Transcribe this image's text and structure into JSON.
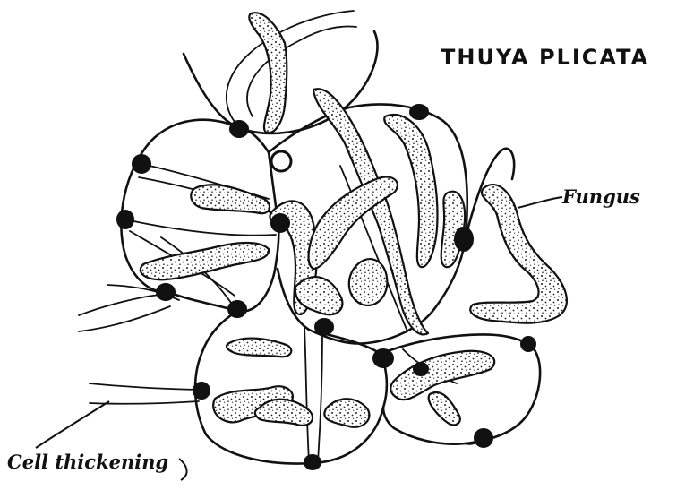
{
  "figure": {
    "title": "THUYA PLICATA",
    "labels": {
      "fungus": "Fungus",
      "cell_thickening": "Cell thickening"
    }
  },
  "colors": {
    "ink": "#111111",
    "paper": "#ffffff"
  }
}
